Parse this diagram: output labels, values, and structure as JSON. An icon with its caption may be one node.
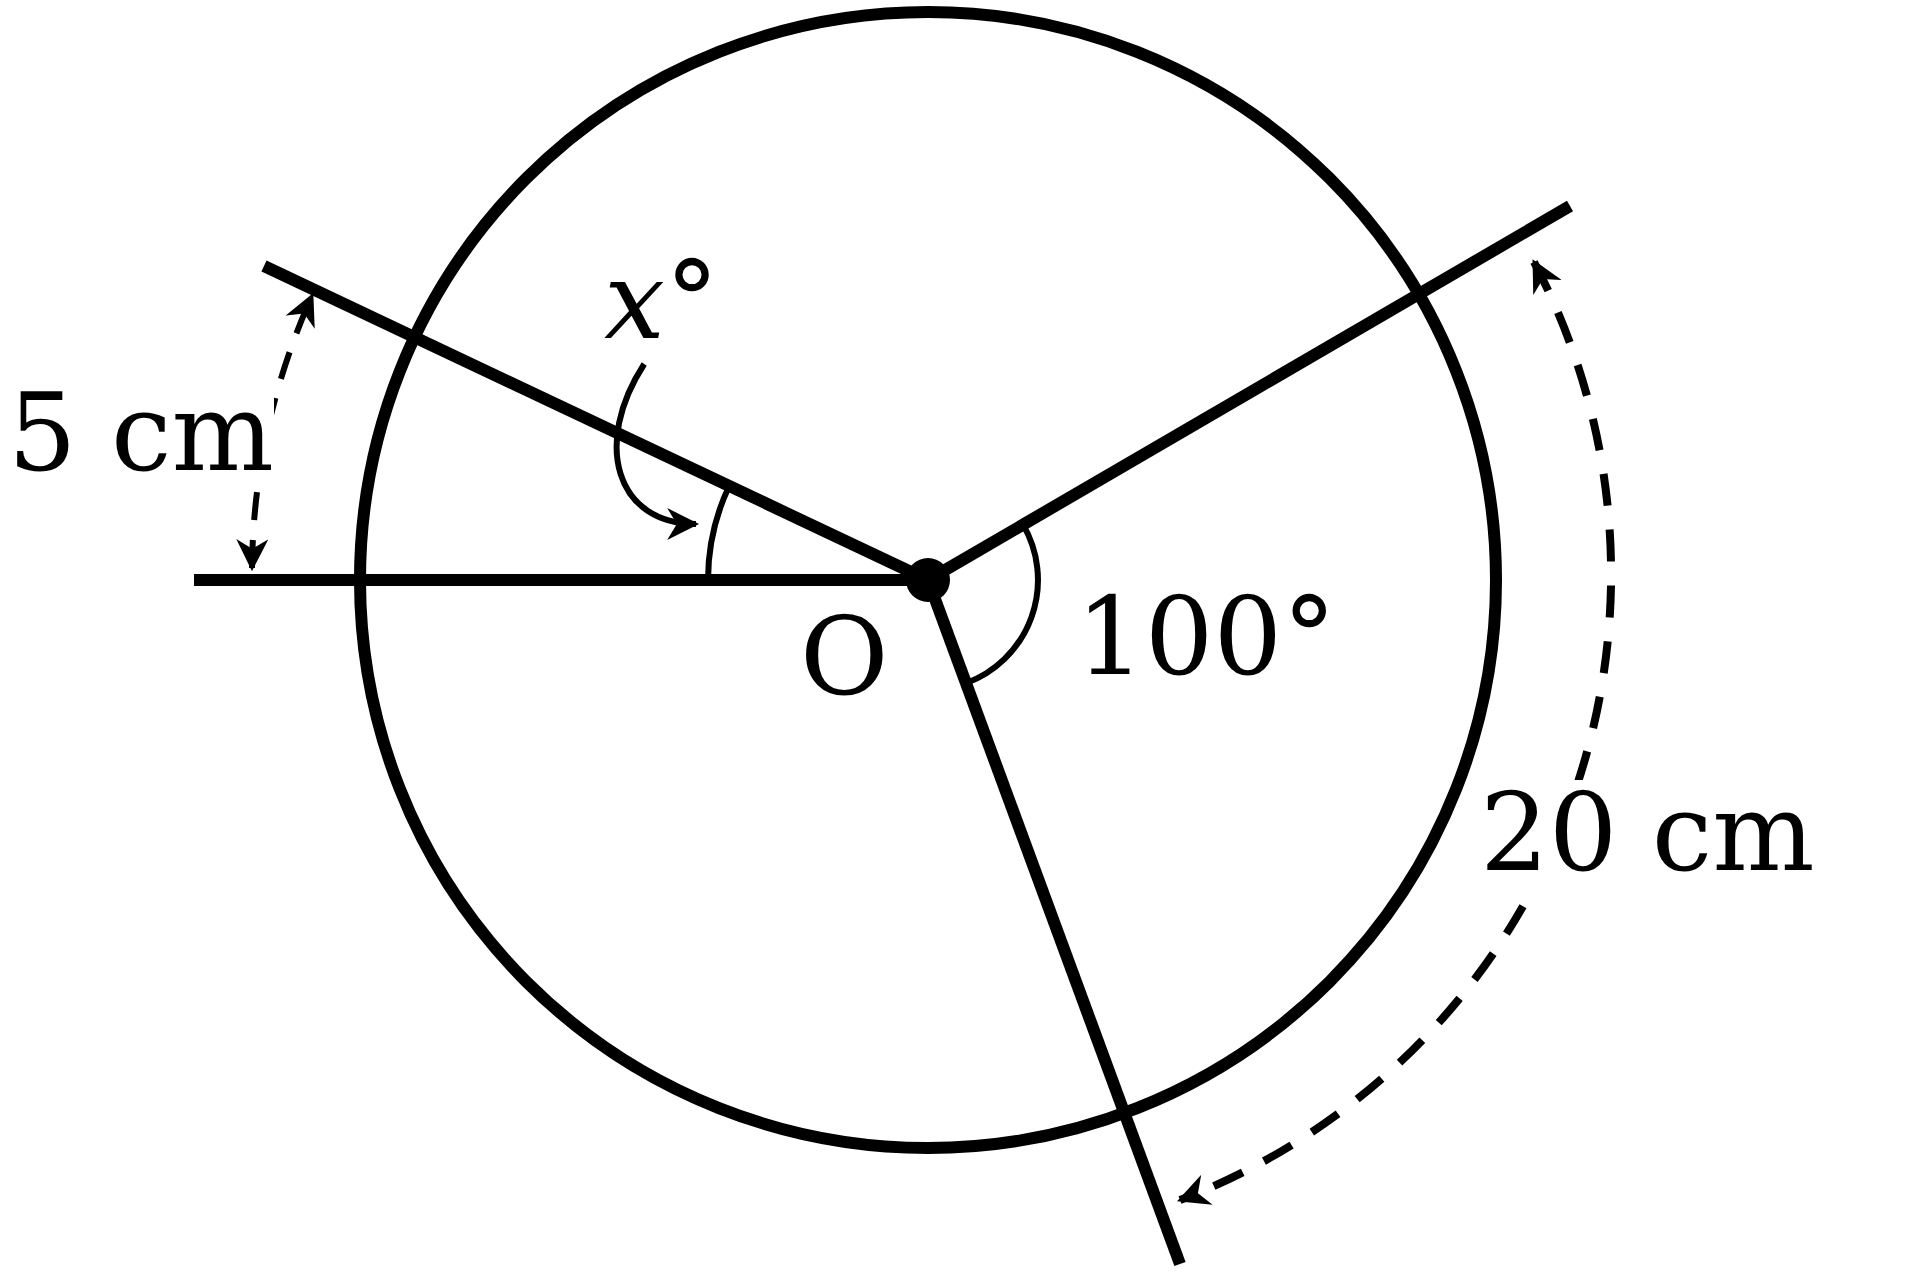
{
  "diagram": {
    "nodes": [
      {
        "text": [
          "*x*°"
        ]
      },
      {
        "text": [],
        "shape": "arc"
      }
    ],
    "edges": [
      {
        "from": 0,
        "to": 1,
        "arrow": "to"
      }
    ],
    "labels": [
      "5 cm",
      "O",
      "100°",
      "20 cm"
    ]
  }
}
